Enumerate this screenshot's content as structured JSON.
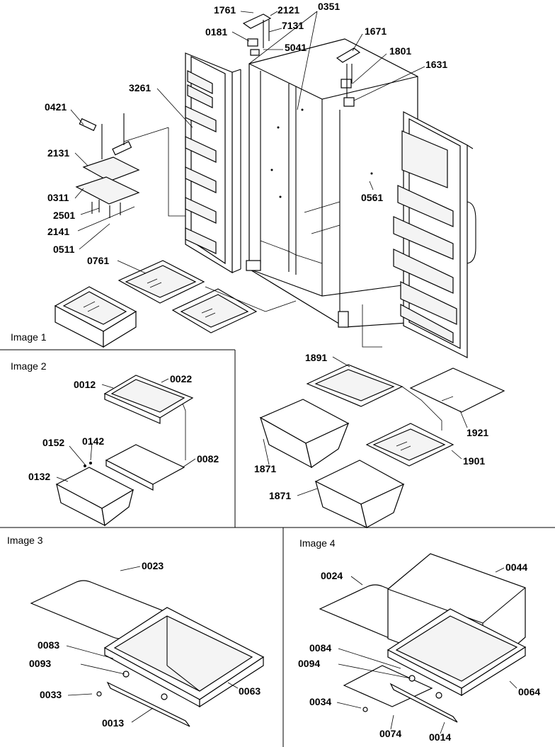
{
  "panels": [
    {
      "title": "Image 1"
    },
    {
      "title": "Image 2"
    },
    {
      "title": "Image 3"
    },
    {
      "title": "Image 4"
    }
  ],
  "labels": {
    "image1": [
      "1761",
      "2121",
      "0351",
      "0181",
      "7131",
      "1671",
      "5041",
      "1801",
      "1631",
      "3261",
      "0421",
      "2131",
      "0311",
      "2501",
      "2141",
      "0511",
      "0561",
      "0761",
      "1891",
      "1921",
      "1871",
      "1901",
      "1871"
    ],
    "image2": [
      "0012",
      "0022",
      "0152",
      "0142",
      "0082",
      "0132"
    ],
    "image3": [
      "0023",
      "0083",
      "0093",
      "0063",
      "0033",
      "0013"
    ],
    "image4": [
      "0024",
      "0044",
      "0084",
      "0094",
      "0064",
      "0034",
      "0074",
      "0014"
    ]
  }
}
